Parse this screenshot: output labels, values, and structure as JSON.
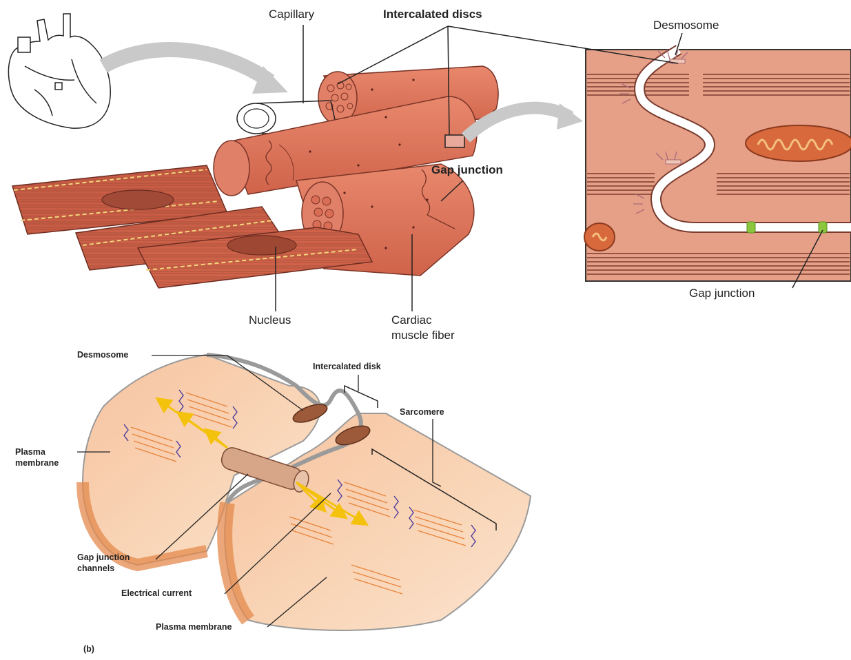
{
  "labels_top": {
    "capillary": "Capillary",
    "intercalated_discs": "Intercalated discs",
    "desmosome": "Desmosome",
    "gap_junction_mid": "Gap junction",
    "gap_junction_inset": "Gap junction",
    "nucleus": "Nucleus",
    "cardiac_line1": "Cardiac",
    "cardiac_line2": "muscle fiber"
  },
  "labels_bottom": {
    "desmosome": "Desmosome",
    "intercalated_disk": "Intercalated disk",
    "sarcomere": "Sarcomere",
    "plasma_membrane_left_1": "Plasma",
    "plasma_membrane_left_2": "membrane",
    "gap_junction_channels_1": "Gap junction",
    "gap_junction_channels_2": "channels",
    "electrical_current": "Electrical current",
    "plasma_membrane_bottom": "Plasma membrane",
    "panel_b": "(b)"
  },
  "colors": {
    "muscle": "#d9725a",
    "muscle_dark": "#b4523c",
    "muscle_light": "#e8907a",
    "inset_bg": "#e9a48c",
    "membrane_white": "#ffffff",
    "gap_green": "#8cc63f",
    "myofibril_dark": "#7a3b2e",
    "panel_b_skin": "#f7c9a4",
    "panel_b_edge": "#e79a61",
    "arrow_yellow": "#f4c20d",
    "line": "#222222"
  }
}
